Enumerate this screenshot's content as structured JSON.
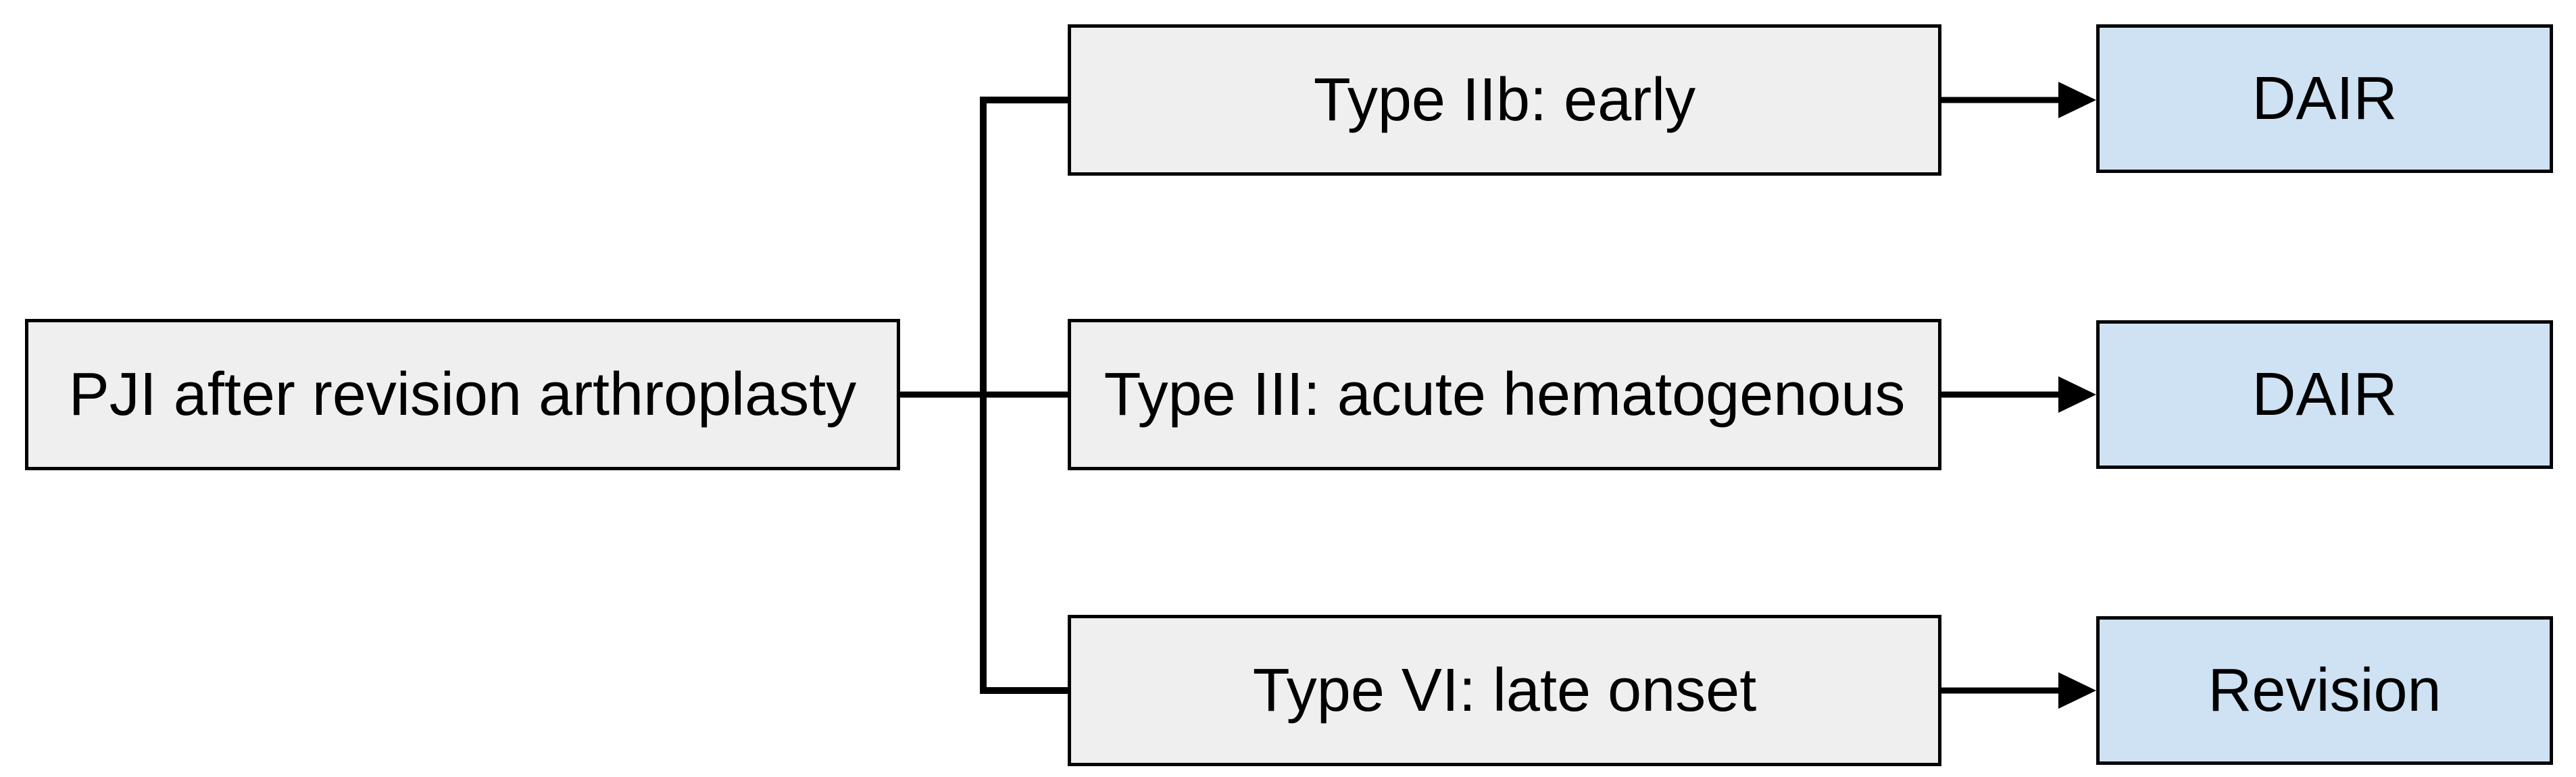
{
  "diagram": {
    "root": {
      "label": "PJI after revision arthroplasty"
    },
    "branches": [
      {
        "label": "Type IIb: early",
        "outcome": "DAIR"
      },
      {
        "label": "Type III: acute hematogenous",
        "outcome": "DAIR"
      },
      {
        "label": "Type VI: late onset",
        "outcome": "Revision"
      }
    ],
    "colors": {
      "condition_fill": "#efefef",
      "outcome_fill": "#cfe2f3",
      "border": "#000000",
      "connector": "#000000",
      "text": "#000000",
      "background": "#ffffff"
    }
  }
}
